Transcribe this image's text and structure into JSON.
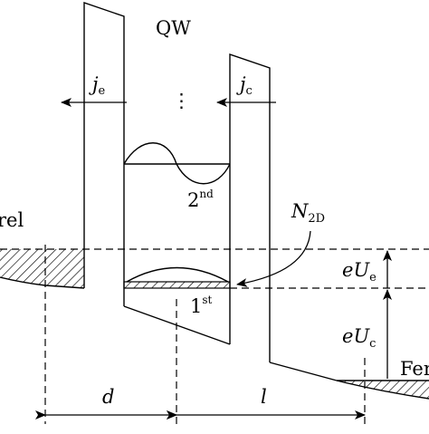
{
  "labels": {
    "qw": "QW",
    "je_main": "j",
    "je_sub": "e",
    "jc_main": "j",
    "jc_sub": "c",
    "vdots": "⋮",
    "second_main": "2",
    "second_sup": "nd",
    "first_main": "1",
    "first_sup": "st",
    "n2d_main": "N",
    "n2d_sub": "2D",
    "eue_e": "e",
    "eue_U": "U",
    "eue_sub": "e",
    "euc_e": "e",
    "euc_U": "U",
    "euc_sub": "c",
    "d": "d",
    "l": "l",
    "left_level_fragment": "rel",
    "right_level_fragment": "Fer"
  }
}
